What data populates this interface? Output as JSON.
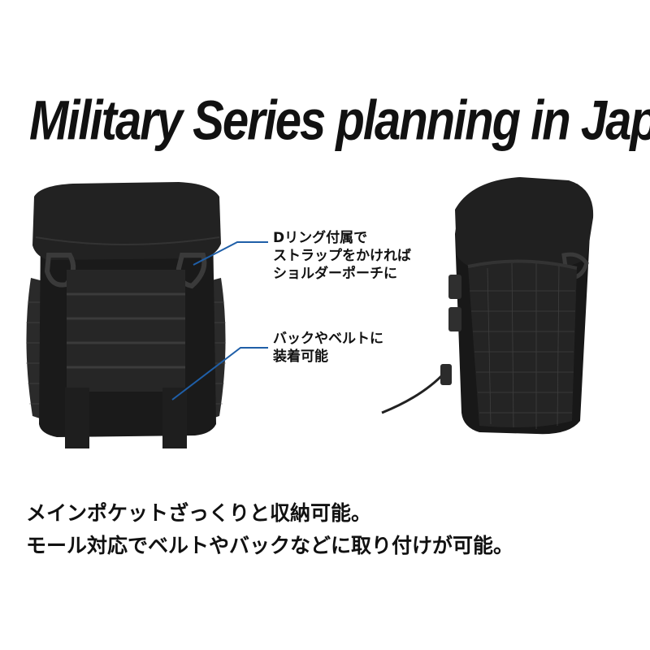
{
  "headline": "Military Series planning in Japan",
  "callouts": [
    {
      "lines": [
        "Dリング付属で",
        "ストラップをかければ",
        "ショルダーポーチに"
      ]
    },
    {
      "lines": [
        "バックやベルトに",
        "装着可能"
      ]
    }
  ],
  "caption": {
    "line1": "メインポケットざっくりと収納可能。",
    "line2": "モール対応でベルトやバックなどに取り付けが可能。"
  },
  "colors": {
    "callout_line": "#1f5fa8",
    "pouch_body": "#1a1a1a",
    "text": "#111111"
  }
}
